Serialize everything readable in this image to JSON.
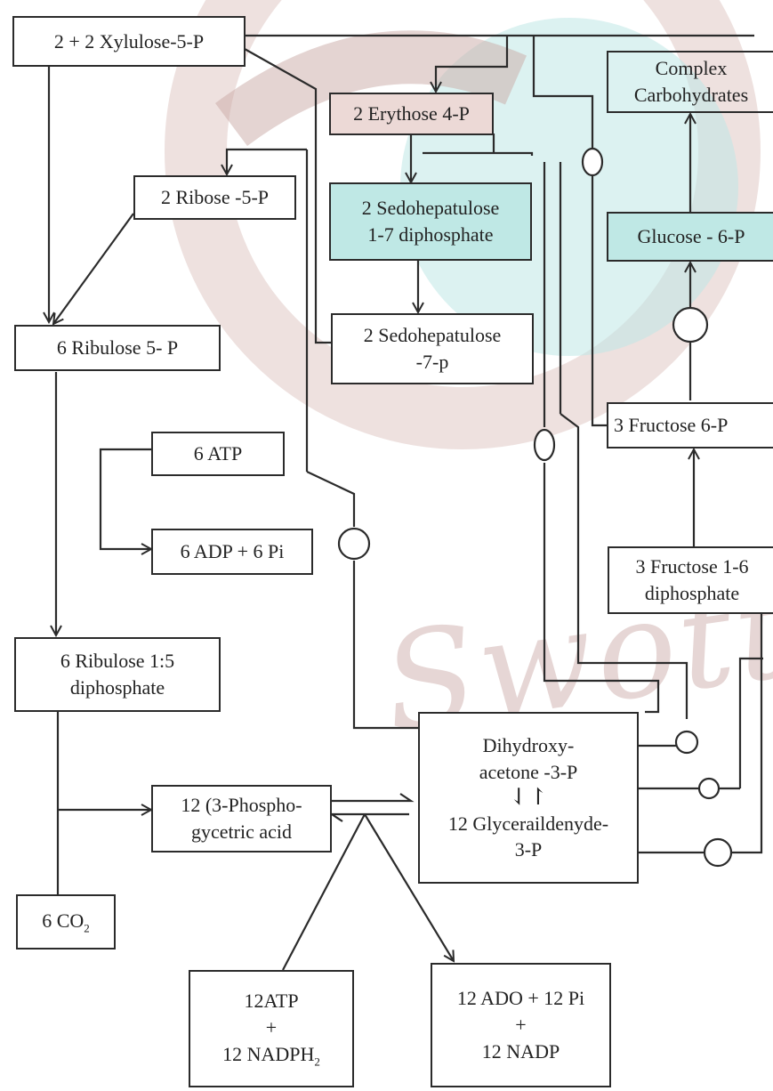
{
  "watermark": {
    "text": "Swotter"
  },
  "nodes": {
    "xylulose": [
      "2 + 2 Xylulose-5-P"
    ],
    "erythose": [
      "2 Erythose 4-P"
    ],
    "complex": [
      "Complex",
      "Carbohydrates"
    ],
    "ribose": [
      "2 Ribose -5-P"
    ],
    "sedo_diphos": [
      "2 Sedohepatulose",
      "1-7 diphosphate"
    ],
    "glucose": [
      "Glucose - 6-P"
    ],
    "ribulose5p": [
      "6 Ribulose 5- P"
    ],
    "sedo7p": [
      "2 Sedohepatulose",
      "-7-p"
    ],
    "fructose6p": [
      "3 Fructose 6-P"
    ],
    "atp": [
      "6 ATP"
    ],
    "adp": [
      "6 ADP + 6 Pi"
    ],
    "fructose16": [
      "3 Fructose 1-6",
      "diphosphate"
    ],
    "ribulose15": [
      "6 Ribulose 1:5",
      "diphosphate"
    ],
    "dihydroxy": [
      "Dihydroxy-",
      "acetone -3-P",
      "⇃↾",
      "12 Glyceraildenyde-",
      "3-P"
    ],
    "phospho": [
      "12 (3-Phospho-",
      "gycetric acid"
    ],
    "co2": {
      "main": "6 CO",
      "sub": "2"
    },
    "atp12": {
      "line1": "12ATP",
      "line2": "+",
      "line3": "12 NADPH",
      "sub": "2"
    },
    "ado12": [
      "12 ADO + 12 Pi",
      "+",
      "12 NADP"
    ]
  },
  "colors": {
    "teal": "#bfe8e5",
    "rose": "#ecd9d6",
    "line": "#2b2b2b",
    "watermark": "#d2b6b3"
  }
}
